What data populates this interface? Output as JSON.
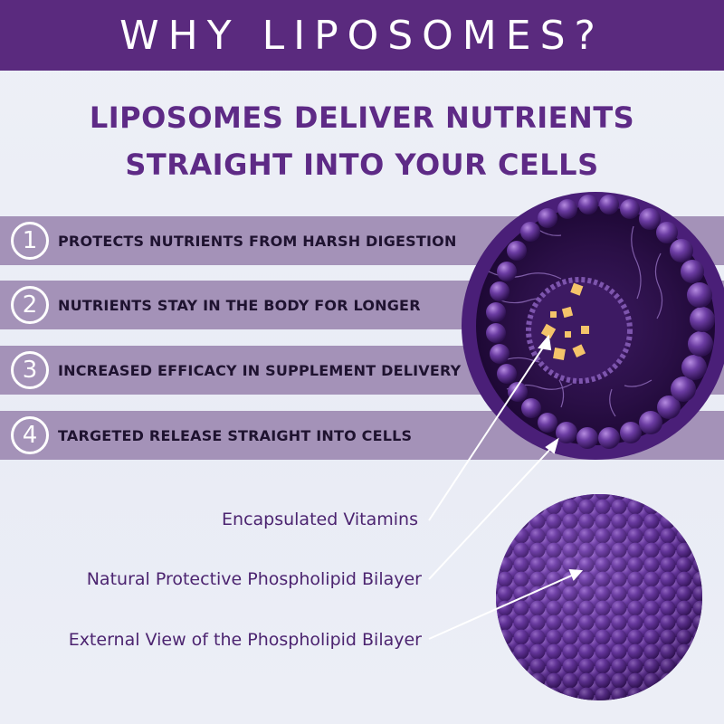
{
  "header": {
    "title": "WHY LIPOSOMES?"
  },
  "subtitle": {
    "line1": "LIPOSOMES DELIVER NUTRIENTS",
    "line2": "STRAIGHT INTO YOUR CELLS"
  },
  "benefits": [
    {
      "number": "1",
      "text": "PROTECTS NUTRIENTS FROM HARSH DIGESTION"
    },
    {
      "number": "2",
      "text": "NUTRIENTS STAY IN THE BODY FOR LONGER"
    },
    {
      "number": "3",
      "text": "INCREASED EFFICACY IN SUPPLEMENT DELIVERY"
    },
    {
      "number": "4",
      "text": "TARGETED RELEASE STRAIGHT INTO CELLS"
    }
  ],
  "labels": {
    "vitamins": "Encapsulated Vitamins",
    "bilayer": "Natural Protective Phospholipid Bilayer",
    "external": "External View of the Phospholipid Bilayer"
  },
  "colors": {
    "header_bg": "#5a2a7e",
    "accent_purple": "#5e2a86",
    "band": "#a492b8",
    "sphere": "#6a3ea0",
    "vitamin": "#f4c46a"
  }
}
